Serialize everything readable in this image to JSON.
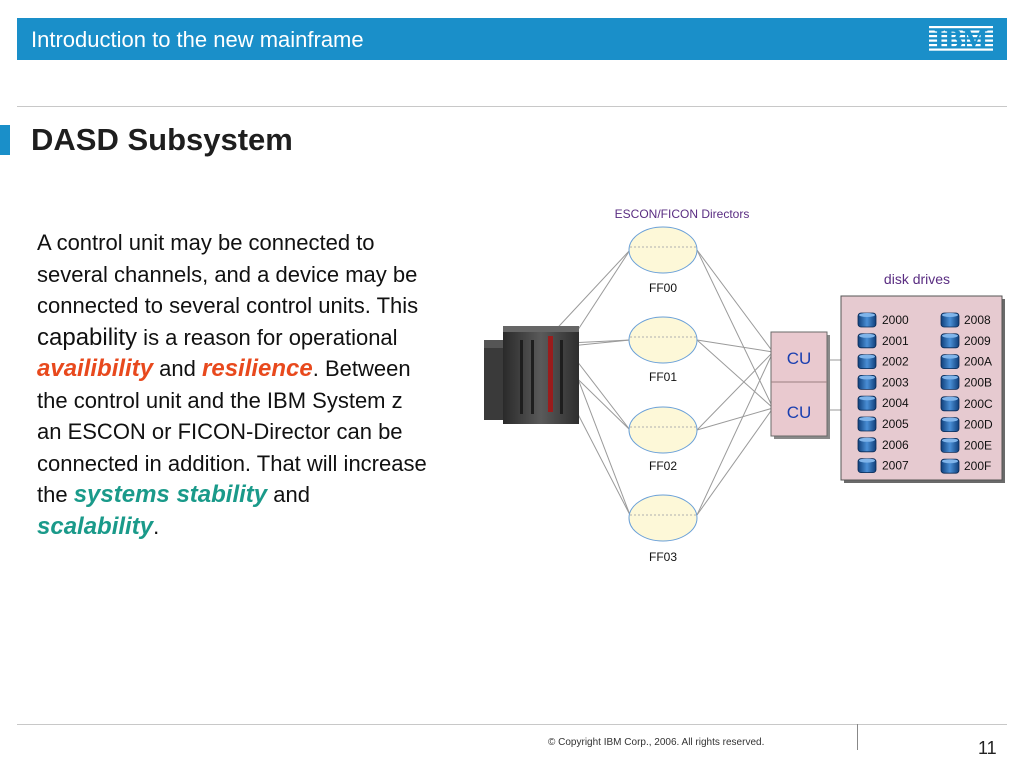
{
  "header": {
    "title": "Introduction to the new mainframe",
    "logo_text": "IBM"
  },
  "slide": {
    "title": "DASD Subsystem",
    "paragraph": {
      "part1": "A control unit may be connected to several channels, and a device may be connected to several control units. This ",
      "capability": "capability",
      "part2": " is a reason for operational ",
      "availability": "availibility",
      "and1": " and ",
      "resilience": "resilience",
      "part3": ". Between the control unit and the IBM System z an ESCON or FICON-Director can be connected in addition. That will increase the ",
      "stability": "systems stability",
      "and2": " and ",
      "scalability": "scalability",
      "end": "."
    }
  },
  "diagram": {
    "directors_label": "ESCON/FICON Directors",
    "directors": [
      "FF00",
      "FF01",
      "FF02",
      "FF03"
    ],
    "control_units": [
      "CU",
      "CU"
    ],
    "disk_label": "disk drives",
    "disks_left": [
      "2000",
      "2001",
      "2002",
      "2003",
      "2004",
      "2005",
      "2006",
      "2007"
    ],
    "disks_right": [
      "2008",
      "2009",
      "200A",
      "200B",
      "200C",
      "200D",
      "200E",
      "200F"
    ]
  },
  "footer": {
    "copyright": "© Copyright IBM Corp., 2006. All rights reserved.",
    "page": "11"
  },
  "colors": {
    "brand_blue": "#1a8fc9",
    "emphasis_red": "#e8491d",
    "emphasis_teal": "#1a9a8a",
    "diagram_label_purple": "#5a2d82",
    "director_fill": "#fdf8d8",
    "cu_fill": "#e9c9cf",
    "disk_panel_fill": "#e6cad0"
  }
}
